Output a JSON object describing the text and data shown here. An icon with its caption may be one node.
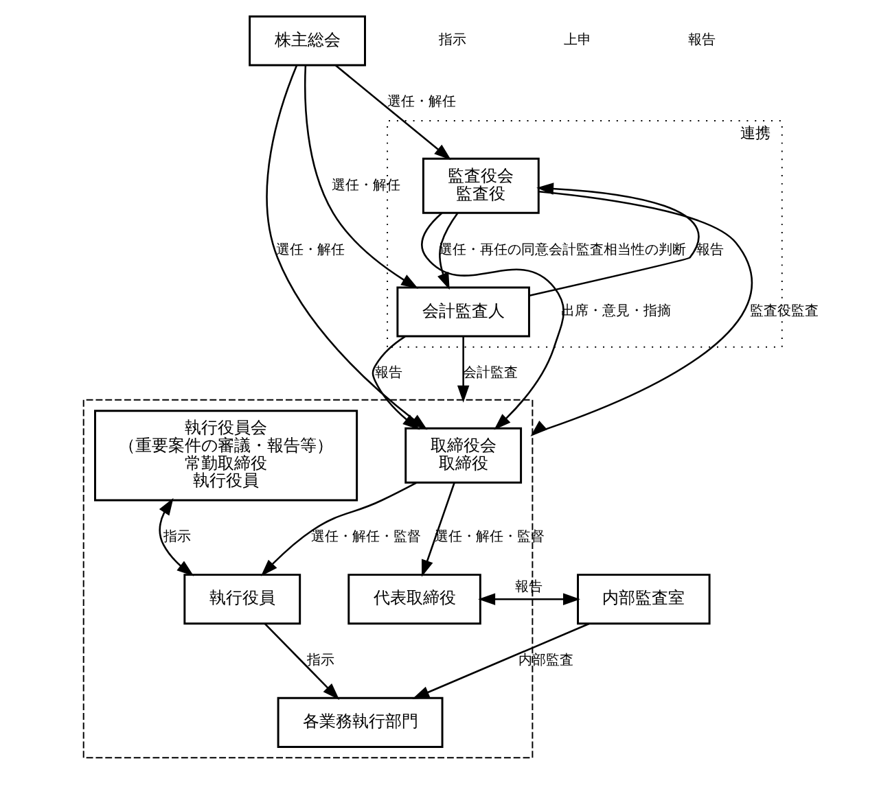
{
  "diagram": {
    "nodes": [
      {
        "text": [
          "株主総会"
        ]
      },
      {
        "text": [],
        "shape": "box"
      },
      {
        "text": [
          "取締役会",
          "取締役"
        ],
        "in": 1
      },
      {
        "text": [
          "代表取締役"
        ],
        "in": 1
      },
      {
        "text": [
          "執行役員会",
          "（重要案件の審議・報告等）",
          "常勤取締役",
          "執行役員"
        ],
        "in": 1
      },
      {
        "text": [
          "執行役員"
        ],
        "in": 1
      },
      {
        "text": [
          "各業務執行部門"
        ],
        "in": 1
      },
      {
        "text": [
          "連携"
        ]
      },
      {
        "text": [
          "内部監査室"
        ]
      },
      {
        "text": [
          "監査役会",
          "監査役"
        ],
        "in": 7
      },
      {
        "text": [
          "会計監査人"
        ],
        "in": 7
      }
    ],
    "edges": [
      {
        "from": 0,
        "to": 2,
        "arrow": "to",
        "label": "選任・解任"
      },
      {
        "from": 0,
        "to": 9,
        "arrow": "to",
        "label": "選任・解任"
      },
      {
        "from": 0,
        "to": 10,
        "arrow": "to",
        "label": "選任・解任"
      },
      {
        "from": 10,
        "to": 2,
        "arrow": "to",
        "label": "報告"
      },
      {
        "from": 9,
        "to": 2,
        "arrow": "to",
        "label": "出席・意見・指摘"
      },
      {
        "from": 2,
        "to": 3,
        "arrow": "to",
        "label": "選任・解任・監督"
      },
      {
        "from": 2,
        "to": 5,
        "arrow": "to",
        "label": "選任・解任・監督"
      },
      {
        "from": 3,
        "to": 8,
        "arrow": "both",
        "label": "報告"
      },
      {
        "from": 4,
        "to": 5,
        "arrow": "both",
        "label": "指示"
      },
      {
        "from": 5,
        "to": 6,
        "arrow": "to",
        "label": "指示"
      },
      {
        "from": 8,
        "to": 6,
        "arrow": "to",
        "label": "内部監査"
      },
      {
        "from": 9,
        "to": 1,
        "arrow": "to",
        "label": "監査役監査"
      },
      {
        "from": 9,
        "to": 10,
        "arrow": "to",
        "label": "選任・再任の同意会計監査相当性の判断"
      },
      {
        "from": 10,
        "to": 9,
        "arrow": "to",
        "label": "報告"
      },
      {
        "from": 10,
        "to": 1,
        "arrow": "to",
        "label": "会計監査"
      }
    ],
    "labels": [
      "指示",
      "上申",
      "報告"
    ]
  }
}
